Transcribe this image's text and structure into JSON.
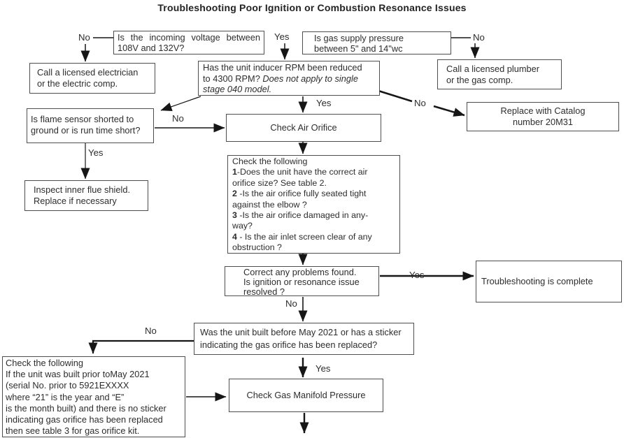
{
  "title": "Troubleshooting Poor Ignition or Combustion Resonance Issues",
  "colors": {
    "background": "#ffffff",
    "box_border": "#4f4f4f",
    "text": "#2d2d2d",
    "arrow": "#161616"
  },
  "branches": {
    "no_voltage": "No",
    "yes_voltage": "Yes",
    "no_gas": "No",
    "yes_rpm": "Yes",
    "no_rpm": "No",
    "no_flame": "No",
    "yes_flame": "Yes",
    "yes_resolved": "Yes",
    "no_resolved": "No",
    "no_built": "No",
    "yes_built": "Yes"
  },
  "boxes": {
    "voltage_q": {
      "lines": [
        "Is the incoming voltage between",
        "108V and 132V?"
      ]
    },
    "electrician": {
      "lines": [
        "Call a licensed electrician",
        "or the electric comp."
      ]
    },
    "gas_q": {
      "lines": [
        "Is gas supply pressure",
        "between 5\" and 14\"wc"
      ]
    },
    "plumber": {
      "lines": [
        "Call a licensed plumber",
        "or the gas comp."
      ]
    },
    "rpm_q": {
      "lines": [
        {
          "t": "Has the unit inducer RPM been reduced"
        },
        {
          "t": "to 4300 RPM? ",
          "i": "Does not apply to single"
        },
        {
          "i": "stage 040 model."
        }
      ]
    },
    "flame_q": {
      "lines": [
        "Is flame sensor shorted to",
        "ground or is run time short?"
      ]
    },
    "check_air": {
      "lines": [
        "Check Air Orifice"
      ]
    },
    "replace_catalog": {
      "lines": [
        "Replace with Catalog",
        "number 20M31"
      ]
    },
    "inspect": {
      "lines": [
        "Inspect inner flue shield.",
        "Replace if necessary"
      ]
    },
    "checklist": {
      "lines": [
        {
          "t": "Check the following"
        },
        {
          "b": "1",
          "t": "-Does the unit have the correct air"
        },
        {
          "t": "orifice size? See table 2."
        },
        {
          "b": "2",
          "t": " -Is the air orifice fully seated tight"
        },
        {
          "t": "against the elbow ?"
        },
        {
          "b": "3",
          "t": " -Is the air orifice damaged in any-"
        },
        {
          "t": "way?"
        },
        {
          "b": "4",
          "t": " - Is the air inlet screen clear of any"
        },
        {
          "t": "obstruction ?"
        }
      ]
    },
    "correct_q": {
      "lines": [
        "Correct any problems found.",
        "Is ignition or resonance issue",
        "resolved ?"
      ]
    },
    "complete": {
      "lines": [
        "Troubleshooting is complete"
      ]
    },
    "was_built_q": {
      "lines": [
        "Was the unit built before May 2021 or has a sticker",
        "indicating the gas orifice has been replaced?"
      ]
    },
    "bottom_left": {
      "lines": [
        "Check the following",
        "If the unit was built prior toMay 2021",
        "(serial No. prior to 5921EXXXX",
        "where “21” is the year and “E”",
        "is the month built) and there is no sticker",
        "indicating gas orifice has been replaced",
        "then see table 3 for gas orifice kit."
      ]
    },
    "gas_manifold": {
      "lines": [
        "Check Gas Manifold Pressure"
      ]
    }
  }
}
